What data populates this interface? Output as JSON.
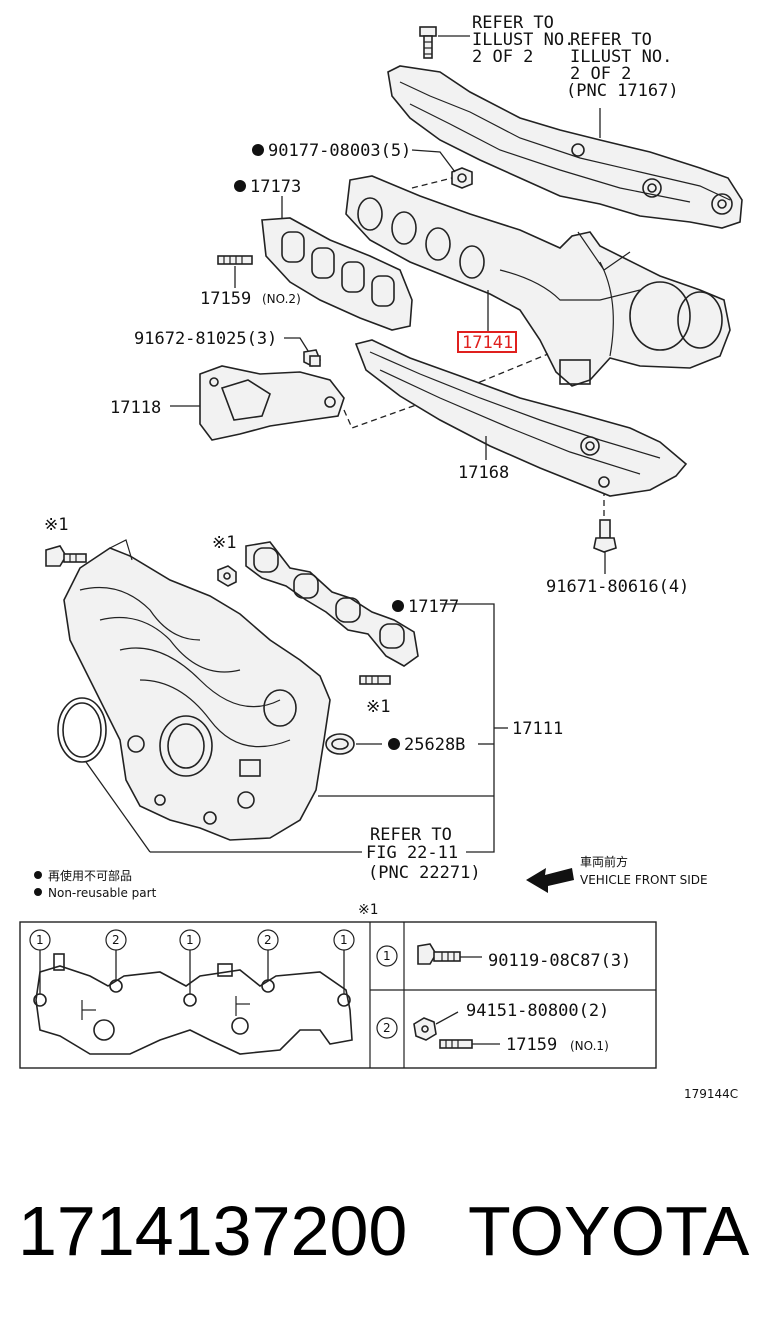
{
  "refer_top_1": [
    "REFER TO",
    "ILLUST NO.",
    "2 OF 2"
  ],
  "refer_top_2": [
    "REFER TO",
    "ILLUST NO.",
    "2 OF 2",
    "(PNC 17167)"
  ],
  "labels": {
    "p90177": "90177-08003(5)",
    "p17173": "17173",
    "p17159a": "17159",
    "p17159a_note": "(NO.2)",
    "p91672": "91672-81025(3)",
    "p17141": "17141",
    "p17118": "17118",
    "p17168": "17168",
    "p91671": "91671-80616(4)",
    "p17177": "17177",
    "p17111": "17111",
    "p25628": "25628B",
    "kome1": "※1"
  },
  "refer_fig": [
    "REFER TO",
    "FIG 22-11",
    "(PNC 22271)"
  ],
  "legend": {
    "jp": "再使用不可部品",
    "en": "Non-reusable part"
  },
  "front": {
    "jp": "車両前方",
    "en": "VEHICLE FRONT SIDE"
  },
  "table": {
    "header_mark": "※1",
    "circle_1": "1",
    "circle_2": "2",
    "row1_part": "90119-08C87(3)",
    "row2_part_a": "94151-80800(2)",
    "row2_part_b": "17159",
    "row2_part_b_note": "(NO.1)"
  },
  "figure_code": "179144C",
  "footer": {
    "part_number": "1714137200",
    "brand": "TOYOTA"
  },
  "highlight_color": "#e0201e"
}
